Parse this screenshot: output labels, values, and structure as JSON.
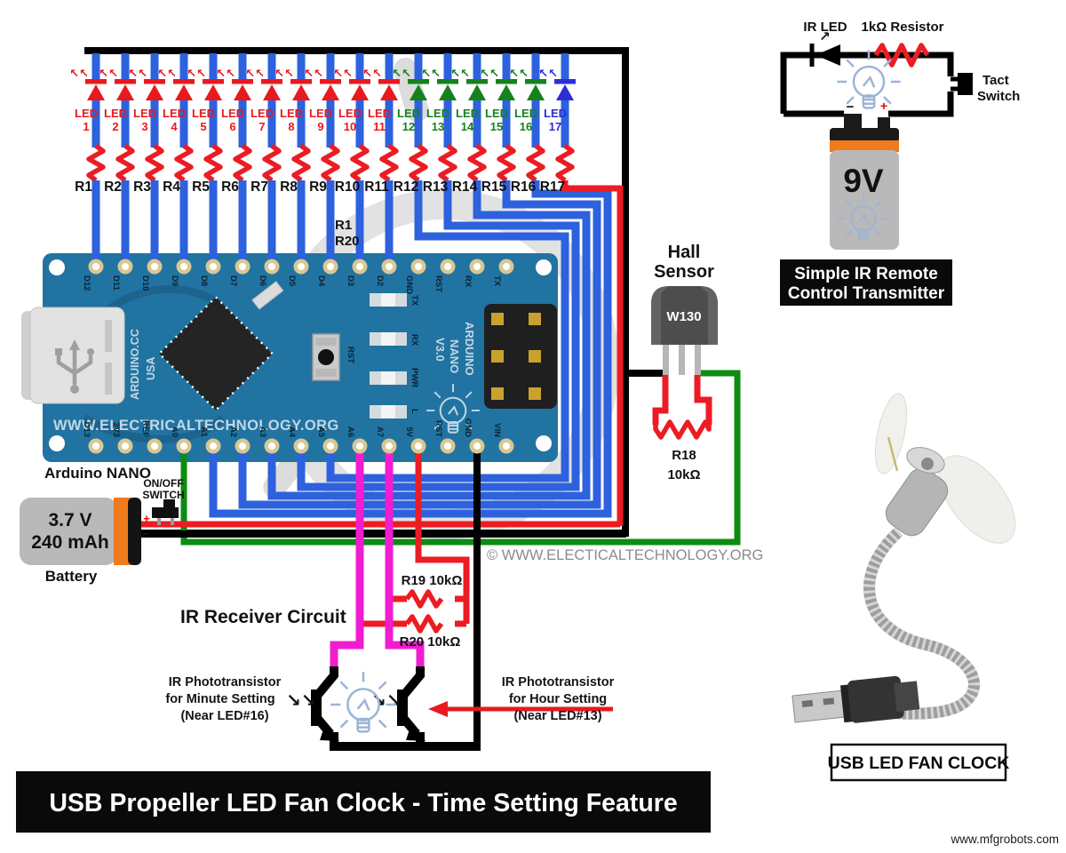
{
  "title_bar": {
    "text": "USB Propeller LED Fan Clock -  Time Setting Feature"
  },
  "watermarks": {
    "board_text": "WWW.ELECTRICALTECHNOLOGY.ORG",
    "copyright": "© WWW.ELECTICALTECHNOLOGY.ORG",
    "site": "www.mfgrobots.com"
  },
  "leds": [
    {
      "name": "LED",
      "num": "1",
      "color": "#e8191f"
    },
    {
      "name": "LED",
      "num": "2",
      "color": "#e8191f"
    },
    {
      "name": "LED",
      "num": "3",
      "color": "#e8191f"
    },
    {
      "name": "LED",
      "num": "4",
      "color": "#e8191f"
    },
    {
      "name": "LED",
      "num": "5",
      "color": "#e8191f"
    },
    {
      "name": "LED",
      "num": "6",
      "color": "#e8191f"
    },
    {
      "name": "LED",
      "num": "7",
      "color": "#e8191f"
    },
    {
      "name": "LED",
      "num": "8",
      "color": "#e8191f"
    },
    {
      "name": "LED",
      "num": "9",
      "color": "#e8191f"
    },
    {
      "name": "LED",
      "num": "10",
      "color": "#e8191f"
    },
    {
      "name": "LED",
      "num": "11",
      "color": "#e8191f"
    },
    {
      "name": "LED",
      "num": "12",
      "color": "#15821c"
    },
    {
      "name": "LED",
      "num": "13",
      "color": "#15821c"
    },
    {
      "name": "LED",
      "num": "14",
      "color": "#15821c"
    },
    {
      "name": "LED",
      "num": "15",
      "color": "#15821c"
    },
    {
      "name": "LED",
      "num": "16",
      "color": "#15821c"
    },
    {
      "name": "LED",
      "num": "17",
      "color": "#2b2fd4"
    }
  ],
  "resistors": [
    "R1",
    "R2",
    "R3",
    "R4",
    "R5",
    "R6",
    "R7",
    "R8",
    "R9",
    "R10",
    "R11",
    "R12",
    "R13",
    "R14",
    "R15",
    "R16",
    "R17"
  ],
  "resistor_range": {
    "line1": "R1",
    "line2": "R20"
  },
  "arduino": {
    "label": "Arduino NANO",
    "top_pins": [
      "D12",
      "D11",
      "D10",
      "D9",
      "D8",
      "D7",
      "D6",
      "D5",
      "D4",
      "D3",
      "D2",
      "GND",
      "RST",
      "RX",
      "TX"
    ],
    "bottom_pins": [
      "D13",
      "3V3",
      "REF",
      "A0",
      "A1",
      "A2",
      "A3",
      "A4",
      "A5",
      "A6",
      "A7",
      "5V",
      "RST",
      "GND",
      "VIN"
    ],
    "brand": "ARDUINO.CC",
    "origin": "USA",
    "model": [
      "ARDUINO",
      "NANO",
      "V3.0"
    ],
    "board_text": "WWW.ELECTRICALTECHNOLOGY.ORG",
    "indicators": [
      "TX",
      "RX",
      "PWR",
      "L"
    ],
    "reset_label": "RST"
  },
  "hall": {
    "title1": "Hall",
    "title2": "Sensor",
    "part": "W130",
    "r_name": "R18",
    "r_value": "10kΩ"
  },
  "battery": {
    "voltage": "3.7 V",
    "capacity": "240 mAh",
    "label": "Battery",
    "switch_line1": "ON/OFF",
    "switch_line2": "SWITCH",
    "plus": "+",
    "minus": "−"
  },
  "receiver": {
    "title": "IR Receiver Circuit",
    "r19": "R19  10kΩ",
    "r20": "R20 10kΩ",
    "left_label": [
      "IR Phototransistor",
      "for Minute Setting",
      "(Near LED#16)"
    ],
    "right_label": [
      "IR Phototransistor",
      "for Hour Setting",
      "(Near LED#13)"
    ]
  },
  "transmitter": {
    "ir_led": "IR LED",
    "resistor": "1kΩ Resistor",
    "tact1": "Tact",
    "tact2": "Switch",
    "battery": "9V",
    "minus": "−",
    "plus": "+",
    "caption1": "Simple IR Remote",
    "caption2": "Control Transmitter"
  },
  "fan": {
    "label": "USB LED FAN CLOCK"
  },
  "colors": {
    "wire_blue": "#2d61dd",
    "wire_red": "#ec1c24",
    "wire_green": "#0c8c12",
    "wire_magenta": "#f01dd0",
    "board_blue": "#2173a2",
    "battery_orange": "#ef7b1c",
    "battery_gray": "#b9b9b9"
  }
}
